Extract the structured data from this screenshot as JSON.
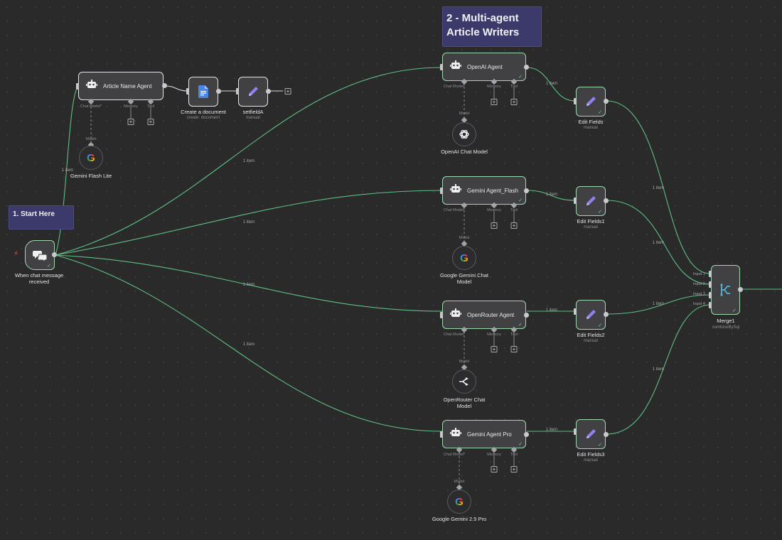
{
  "stickies": {
    "start": "1. Start Here",
    "writers": "2 - Multi-agent Article Writers"
  },
  "trigger": {
    "name": "When chat message received"
  },
  "name_agent": {
    "title": "Article Name Agent",
    "sub_chat_model": "Chat Model*",
    "sub_memory": "Memory",
    "sub_tool": "Tool",
    "model_port_label": "Model",
    "model_name": "Gemini Flash Lite"
  },
  "create_doc": {
    "name": "Create a document",
    "subtitle": "create: document"
  },
  "setfield": {
    "name": "setfieldA",
    "subtitle": "manual"
  },
  "agents": [
    {
      "title": "OpenAI Agent",
      "model_name": "OpenAI Chat Model"
    },
    {
      "title": "Gemini Agent_Flash",
      "model_name": "Google Gemini Chat Model"
    },
    {
      "title": "OpenRouter Agent",
      "model_name": "OpenRouter Chat Model"
    },
    {
      "title": "Gemini Agent Pro",
      "model_name": "Google Gemini 2.5 Pro"
    }
  ],
  "agent_sub": {
    "chat_model": "Chat Model*",
    "memory": "Memory",
    "tool": "Tool",
    "model": "Model"
  },
  "edit_fields": [
    {
      "name": "Edit Fields",
      "subtitle": "manual"
    },
    {
      "name": "Edit Fields1",
      "subtitle": "manual"
    },
    {
      "name": "Edit Fields2",
      "subtitle": "manual"
    },
    {
      "name": "Edit Fields3",
      "subtitle": "manual"
    }
  ],
  "merge": {
    "name": "Merge1",
    "subtitle": "combineBySql",
    "inputs": [
      "Input 1",
      "Input 2",
      "Input 3",
      "Input 4"
    ]
  },
  "edge_label": "1 item",
  "colors": {
    "edge": "#5fbf86",
    "canvas": "#2a2a2b",
    "node": "#414143",
    "sticky": "#3c3a6b",
    "edit_icon": "#8e82f0",
    "doc_icon": "#4a86e8"
  }
}
